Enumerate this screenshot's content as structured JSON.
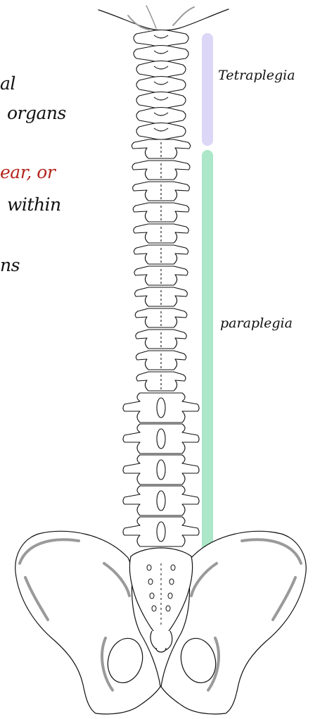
{
  "notes": {
    "line1": "",
    "line2": "al",
    "line3": "organs",
    "line4": "ear, or",
    "line5": "within",
    "line6": "ns"
  },
  "colors": {
    "tetraplegia_bar": "#dcd6f7",
    "paraplegia_bar": "#abe7c8",
    "red_text": "#b3261e",
    "outline": "#111111",
    "shadow": "#9a9a9a"
  },
  "regions": {
    "tetraplegia": "Tetraplegia",
    "paraplegia": "paraplegia"
  }
}
